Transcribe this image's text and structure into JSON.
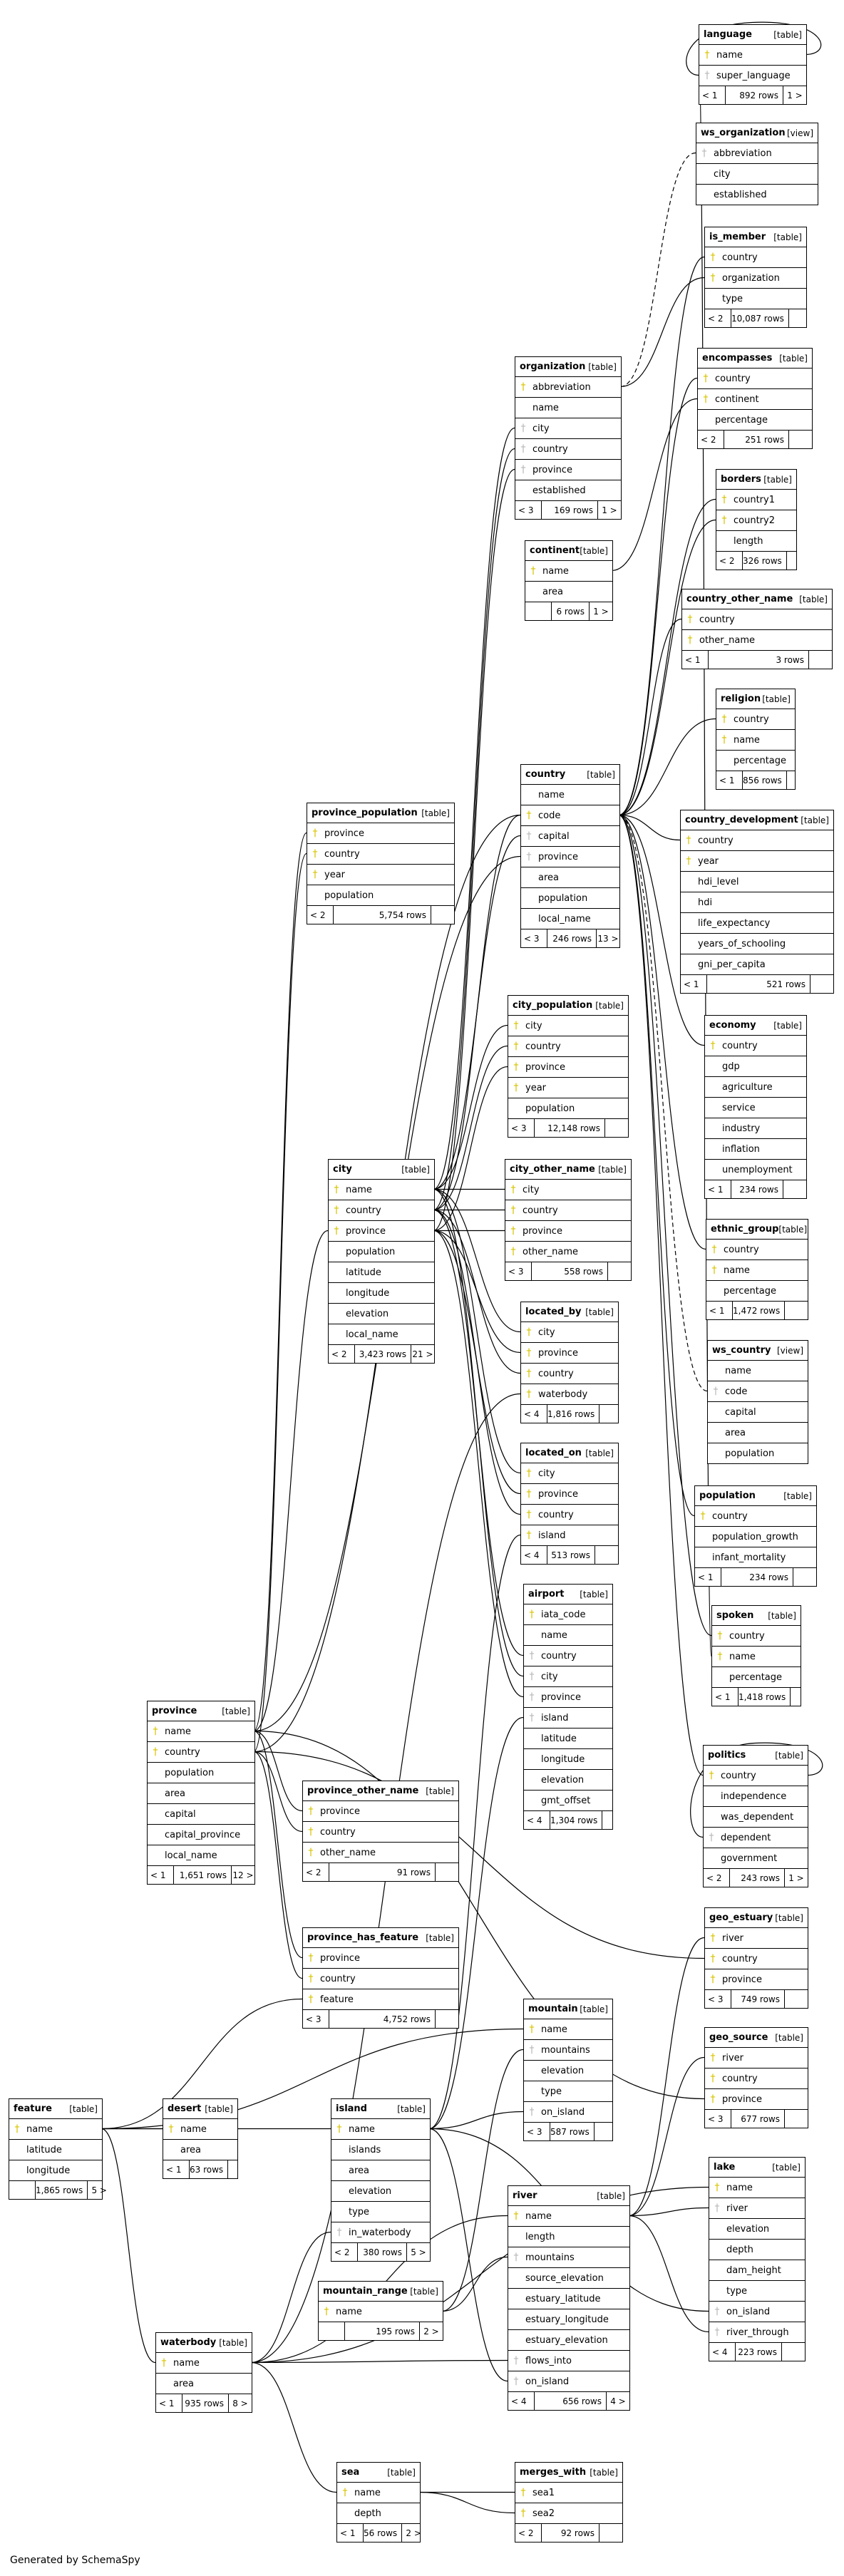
{
  "footer": "Generated by SchemaSpy",
  "tables": [
    {
      "name": "language",
      "type": "[table]",
      "cols": [
        [
          "name",
          "pk"
        ],
        [
          "super_language",
          "fk"
        ]
      ],
      "footer": [
        "< 1",
        "892 rows",
        "1 >"
      ]
    },
    {
      "name": "ws_organization",
      "type": "[view]",
      "cols": [
        [
          "abbreviation",
          "fk"
        ],
        [
          "city",
          ""
        ],
        [
          "established",
          ""
        ]
      ]
    },
    {
      "name": "is_member",
      "type": "[table]",
      "cols": [
        [
          "country",
          "pk"
        ],
        [
          "organization",
          "pk"
        ],
        [
          "type",
          ""
        ]
      ],
      "footer": [
        "< 2",
        "10,087 rows",
        ""
      ]
    },
    {
      "name": "encompasses",
      "type": "[table]",
      "cols": [
        [
          "country",
          "pk"
        ],
        [
          "continent",
          "pk"
        ],
        [
          "percentage",
          ""
        ]
      ],
      "footer": [
        "< 2",
        "251 rows",
        ""
      ]
    },
    {
      "name": "borders",
      "type": "[table]",
      "cols": [
        [
          "country1",
          "pk"
        ],
        [
          "country2",
          "pk"
        ],
        [
          "length",
          ""
        ]
      ],
      "footer": [
        "< 2",
        "326 rows",
        ""
      ]
    },
    {
      "name": "country_other_name",
      "type": "[table]",
      "cols": [
        [
          "country",
          "pk"
        ],
        [
          "other_name",
          "pk"
        ]
      ],
      "footer": [
        "< 1",
        "3 rows",
        ""
      ]
    },
    {
      "name": "religion",
      "type": "[table]",
      "cols": [
        [
          "country",
          "pk"
        ],
        [
          "name",
          "pk"
        ],
        [
          "percentage",
          ""
        ]
      ],
      "footer": [
        "< 1",
        "856 rows",
        ""
      ]
    },
    {
      "name": "country_development",
      "type": "[table]",
      "cols": [
        [
          "country",
          "pk"
        ],
        [
          "year",
          "pk"
        ],
        [
          "hdi_level",
          ""
        ],
        [
          "hdi",
          ""
        ],
        [
          "life_expectancy",
          ""
        ],
        [
          "years_of_schooling",
          ""
        ],
        [
          "gni_per_capita",
          ""
        ]
      ],
      "footer": [
        "< 1",
        "521 rows",
        ""
      ]
    },
    {
      "name": "economy",
      "type": "[table]",
      "cols": [
        [
          "country",
          "pk"
        ],
        [
          "gdp",
          ""
        ],
        [
          "agriculture",
          ""
        ],
        [
          "service",
          ""
        ],
        [
          "industry",
          ""
        ],
        [
          "inflation",
          ""
        ],
        [
          "unemployment",
          ""
        ]
      ],
      "footer": [
        "< 1",
        "234 rows",
        ""
      ]
    },
    {
      "name": "ethnic_group",
      "type": "[table]",
      "cols": [
        [
          "country",
          "pk"
        ],
        [
          "name",
          "pk"
        ],
        [
          "percentage",
          ""
        ]
      ],
      "footer": [
        "< 1",
        "1,472 rows",
        ""
      ]
    },
    {
      "name": "ws_country",
      "type": "[view]",
      "cols": [
        [
          "name",
          ""
        ],
        [
          "code",
          "fk"
        ],
        [
          "capital",
          ""
        ],
        [
          "area",
          ""
        ],
        [
          "population",
          ""
        ]
      ]
    },
    {
      "name": "population",
      "type": "[table]",
      "cols": [
        [
          "country",
          "pk"
        ],
        [
          "population_growth",
          ""
        ],
        [
          "infant_mortality",
          ""
        ]
      ],
      "footer": [
        "< 1",
        "234 rows",
        ""
      ]
    },
    {
      "name": "spoken",
      "type": "[table]",
      "cols": [
        [
          "country",
          "pk"
        ],
        [
          "name",
          "pk"
        ],
        [
          "percentage",
          ""
        ]
      ],
      "footer": [
        "< 1",
        "1,418 rows",
        ""
      ]
    },
    {
      "name": "politics",
      "type": "[table]",
      "cols": [
        [
          "country",
          "pk"
        ],
        [
          "independence",
          ""
        ],
        [
          "was_dependent",
          ""
        ],
        [
          "dependent",
          "fk"
        ],
        [
          "government",
          ""
        ]
      ],
      "footer": [
        "< 2",
        "243 rows",
        "1 >"
      ]
    },
    {
      "name": "geo_estuary",
      "type": "[table]",
      "cols": [
        [
          "river",
          "pk"
        ],
        [
          "country",
          "pk"
        ],
        [
          "province",
          "pk"
        ]
      ],
      "footer": [
        "< 3",
        "749 rows",
        ""
      ]
    },
    {
      "name": "geo_source",
      "type": "[table]",
      "cols": [
        [
          "river",
          "pk"
        ],
        [
          "country",
          "pk"
        ],
        [
          "province",
          "pk"
        ]
      ],
      "footer": [
        "< 3",
        "677 rows",
        ""
      ]
    },
    {
      "name": "lake",
      "type": "[table]",
      "cols": [
        [
          "name",
          "pk"
        ],
        [
          "river",
          "fk"
        ],
        [
          "elevation",
          ""
        ],
        [
          "depth",
          ""
        ],
        [
          "dam_height",
          ""
        ],
        [
          "type",
          ""
        ],
        [
          "on_island",
          "fk"
        ],
        [
          "river_through",
          "fk"
        ]
      ],
      "footer": [
        "< 4",
        "223 rows",
        ""
      ]
    },
    {
      "name": "organization",
      "type": "[table]",
      "cols": [
        [
          "abbreviation",
          "pk"
        ],
        [
          "name",
          ""
        ],
        [
          "city",
          "fk"
        ],
        [
          "country",
          "fk"
        ],
        [
          "province",
          "fk"
        ],
        [
          "established",
          ""
        ]
      ],
      "footer": [
        "< 3",
        "169 rows",
        "1 >"
      ]
    },
    {
      "name": "continent",
      "type": "[table]",
      "cols": [
        [
          "name",
          "pk"
        ],
        [
          "area",
          ""
        ]
      ],
      "footer": [
        "",
        "6 rows",
        "1 >"
      ]
    },
    {
      "name": "country",
      "type": "[table]",
      "cols": [
        [
          "name",
          ""
        ],
        [
          "code",
          "pk"
        ],
        [
          "capital",
          "fk"
        ],
        [
          "province",
          "fk"
        ],
        [
          "area",
          ""
        ],
        [
          "population",
          ""
        ],
        [
          "local_name",
          ""
        ]
      ],
      "footer": [
        "< 3",
        "246 rows",
        "13 >"
      ]
    },
    {
      "name": "province_population",
      "type": "[table]",
      "cols": [
        [
          "province",
          "pk"
        ],
        [
          "country",
          "pk"
        ],
        [
          "year",
          "pk"
        ],
        [
          "population",
          ""
        ]
      ],
      "footer": [
        "< 2",
        "5,754 rows",
        ""
      ]
    },
    {
      "name": "city_population",
      "type": "[table]",
      "cols": [
        [
          "city",
          "pk"
        ],
        [
          "country",
          "pk"
        ],
        [
          "province",
          "pk"
        ],
        [
          "year",
          "pk"
        ],
        [
          "population",
          ""
        ]
      ],
      "footer": [
        "< 3",
        "12,148 rows",
        ""
      ]
    },
    {
      "name": "city",
      "type": "[table]",
      "cols": [
        [
          "name",
          "pk"
        ],
        [
          "country",
          "pk"
        ],
        [
          "province",
          "pk"
        ],
        [
          "population",
          ""
        ],
        [
          "latitude",
          ""
        ],
        [
          "longitude",
          ""
        ],
        [
          "elevation",
          ""
        ],
        [
          "local_name",
          ""
        ]
      ],
      "footer": [
        "< 2",
        "3,423 rows",
        "21 >"
      ]
    },
    {
      "name": "city_other_name",
      "type": "[table]",
      "cols": [
        [
          "city",
          "pk"
        ],
        [
          "country",
          "pk"
        ],
        [
          "province",
          "pk"
        ],
        [
          "other_name",
          "pk"
        ]
      ],
      "footer": [
        "< 3",
        "558 rows",
        ""
      ]
    },
    {
      "name": "located_by",
      "type": "[table]",
      "cols": [
        [
          "city",
          "pk"
        ],
        [
          "province",
          "pk"
        ],
        [
          "country",
          "pk"
        ],
        [
          "waterbody",
          "pk"
        ]
      ],
      "footer": [
        "< 4",
        "1,816 rows",
        ""
      ]
    },
    {
      "name": "located_on",
      "type": "[table]",
      "cols": [
        [
          "city",
          "pk"
        ],
        [
          "province",
          "pk"
        ],
        [
          "country",
          "pk"
        ],
        [
          "island",
          "pk"
        ]
      ],
      "footer": [
        "< 4",
        "513 rows",
        ""
      ]
    },
    {
      "name": "airport",
      "type": "[table]",
      "cols": [
        [
          "iata_code",
          "pk"
        ],
        [
          "name",
          ""
        ],
        [
          "country",
          "fk"
        ],
        [
          "city",
          "fk"
        ],
        [
          "province",
          "fk"
        ],
        [
          "island",
          "fk"
        ],
        [
          "latitude",
          ""
        ],
        [
          "longitude",
          ""
        ],
        [
          "elevation",
          ""
        ],
        [
          "gmt_offset",
          ""
        ]
      ],
      "footer": [
        "< 4",
        "1,304 rows",
        ""
      ]
    },
    {
      "name": "province",
      "type": "[table]",
      "cols": [
        [
          "name",
          "pk"
        ],
        [
          "country",
          "pk"
        ],
        [
          "population",
          ""
        ],
        [
          "area",
          ""
        ],
        [
          "capital",
          ""
        ],
        [
          "capital_province",
          ""
        ],
        [
          "local_name",
          ""
        ]
      ],
      "footer": [
        "< 1",
        "1,651 rows",
        "12 >"
      ]
    },
    {
      "name": "province_other_name",
      "type": "[table]",
      "cols": [
        [
          "province",
          "pk"
        ],
        [
          "country",
          "pk"
        ],
        [
          "other_name",
          "pk"
        ]
      ],
      "footer": [
        "< 2",
        "91 rows",
        ""
      ]
    },
    {
      "name": "province_has_feature",
      "type": "[table]",
      "cols": [
        [
          "province",
          "pk"
        ],
        [
          "country",
          "pk"
        ],
        [
          "feature",
          "pk"
        ]
      ],
      "footer": [
        "< 3",
        "4,752 rows",
        ""
      ]
    },
    {
      "name": "mountain",
      "type": "[table]",
      "cols": [
        [
          "name",
          "pk"
        ],
        [
          "mountains",
          "fk"
        ],
        [
          "elevation",
          ""
        ],
        [
          "type",
          ""
        ],
        [
          "on_island",
          "fk"
        ]
      ],
      "footer": [
        "< 3",
        "587 rows",
        ""
      ]
    },
    {
      "name": "feature",
      "type": "[table]",
      "cols": [
        [
          "name",
          "pk"
        ],
        [
          "latitude",
          ""
        ],
        [
          "longitude",
          ""
        ]
      ],
      "footer": [
        "",
        "1,865 rows",
        "5 >"
      ]
    },
    {
      "name": "desert",
      "type": "[table]",
      "cols": [
        [
          "name",
          "pk"
        ],
        [
          "area",
          ""
        ]
      ],
      "footer": [
        "< 1",
        "63 rows",
        ""
      ]
    },
    {
      "name": "island",
      "type": "[table]",
      "cols": [
        [
          "name",
          "pk"
        ],
        [
          "islands",
          ""
        ],
        [
          "area",
          ""
        ],
        [
          "elevation",
          ""
        ],
        [
          "type",
          ""
        ],
        [
          "in_waterbody",
          "fk"
        ]
      ],
      "footer": [
        "< 2",
        "380 rows",
        "5 >"
      ]
    },
    {
      "name": "river",
      "type": "[table]",
      "cols": [
        [
          "name",
          "pk"
        ],
        [
          "length",
          ""
        ],
        [
          "mountains",
          "fk"
        ],
        [
          "source_elevation",
          ""
        ],
        [
          "estuary_latitude",
          ""
        ],
        [
          "estuary_longitude",
          ""
        ],
        [
          "estuary_elevation",
          ""
        ],
        [
          "flows_into",
          "fk"
        ],
        [
          "on_island",
          "fk"
        ]
      ],
      "footer": [
        "< 4",
        "656 rows",
        "4 >"
      ]
    },
    {
      "name": "mountain_range",
      "type": "[table]",
      "cols": [
        [
          "name",
          "pk"
        ]
      ],
      "footer": [
        "",
        "195 rows",
        "2 >"
      ]
    },
    {
      "name": "waterbody",
      "type": "[table]",
      "cols": [
        [
          "name",
          "pk"
        ],
        [
          "area",
          ""
        ]
      ],
      "footer": [
        "< 1",
        "935 rows",
        "8 >"
      ]
    },
    {
      "name": "sea",
      "type": "[table]",
      "cols": [
        [
          "name",
          "pk"
        ],
        [
          "depth",
          ""
        ]
      ],
      "footer": [
        "< 1",
        "56 rows",
        "2 >"
      ]
    },
    {
      "name": "merges_with",
      "type": "[table]",
      "cols": [
        [
          "sea1",
          "pk"
        ],
        [
          "sea2",
          "pk"
        ]
      ],
      "footer": [
        "< 2",
        "92 rows",
        ""
      ]
    }
  ]
}
